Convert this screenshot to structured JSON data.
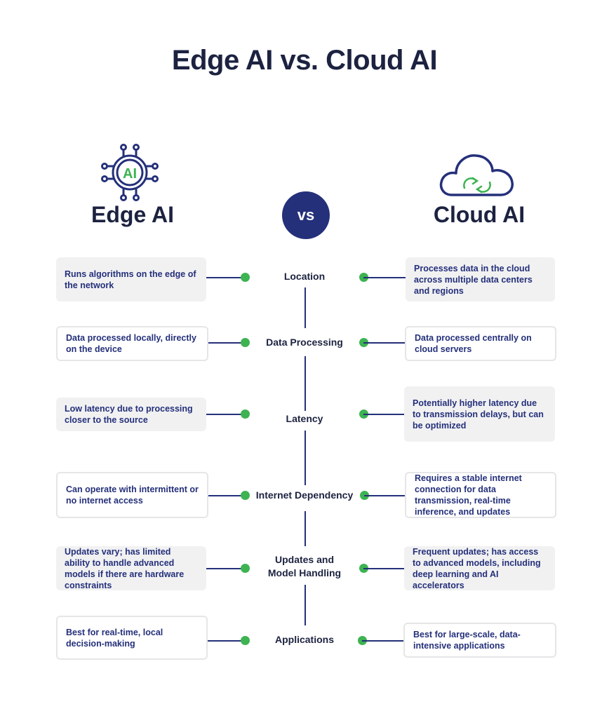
{
  "title": "Edge AI vs. Cloud AI",
  "left_heading": "Edge AI",
  "right_heading": "Cloud AI",
  "vs_label": "vs",
  "edge_icon_text": "AI",
  "colors": {
    "navy": "#24307a",
    "dark_text": "#1c2240",
    "green": "#3db351",
    "box_gray": "#f1f1f2",
    "box_border": "#e6e6e8"
  },
  "rows": [
    {
      "category": "Location",
      "edge": "Runs algorithms on the edge of the network",
      "cloud": "Processes data in the cloud across multiple data centers and regions"
    },
    {
      "category": "Data Processing",
      "edge": "Data processed locally, directly on the device",
      "cloud": "Data processed centrally on cloud servers"
    },
    {
      "category": "Latency",
      "edge": "Low latency due to processing closer to the source",
      "cloud": "Potentially higher latency due to transmission delays, but can be optimized"
    },
    {
      "category": "Internet Dependency",
      "edge": "Can operate with intermittent or no internet access",
      "cloud": "Requires a stable internet connection for data transmission, real-time inference, and updates"
    },
    {
      "category": "Updates and Model Handling",
      "edge": "Updates vary; has limited ability to handle advanced models if there are hardware constraints",
      "cloud": "Frequent updates; has access to advanced models, including deep learning and AI accelerators"
    },
    {
      "category": "Applications",
      "edge": "Best for real-time, local decision-making",
      "cloud": "Best for large-scale, data-intensive applications"
    }
  ]
}
